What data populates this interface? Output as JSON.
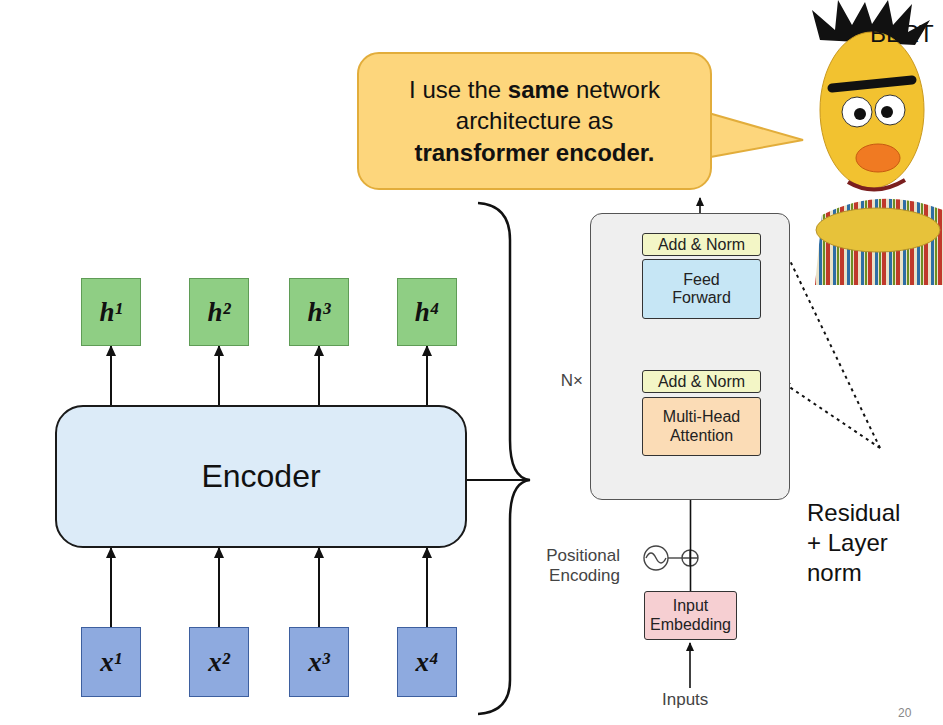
{
  "diagram": {
    "nodes": [
      {
        "text": [
          "I use the same network architecture as transformer encoder."
        ]
      },
      {
        "text": [
          "h¹"
        ]
      },
      {
        "text": [
          "h²"
        ]
      },
      {
        "text": [
          "h³"
        ]
      },
      {
        "text": [
          "h⁴"
        ]
      },
      {
        "text": [
          "Encoder"
        ]
      },
      {
        "text": [
          "x¹"
        ]
      },
      {
        "text": [
          "x²"
        ]
      },
      {
        "text": [
          "x³"
        ]
      },
      {
        "text": [
          "x⁴"
        ]
      },
      {
        "text": [
          "N×"
        ]
      },
      {
        "text": [
          "Add & Norm"
        ],
        "in": 10
      },
      {
        "text": [
          "Feed Forward"
        ],
        "in": 10
      },
      {
        "text": [
          "Add & Norm"
        ],
        "in": 10
      },
      {
        "text": [
          "Multi-Head Attention"
        ],
        "in": 10
      },
      {
        "text": [
          "Input Embedding"
        ]
      }
    ],
    "edges": [
      {
        "from": 6,
        "to": 5,
        "arrow": "to"
      },
      {
        "from": 7,
        "to": 5,
        "arrow": "to"
      },
      {
        "from": 8,
        "to": 5,
        "arrow": "to"
      },
      {
        "from": 9,
        "to": 5,
        "arrow": "to"
      },
      {
        "from": 5,
        "to": 1,
        "arrow": "to"
      },
      {
        "from": 5,
        "to": 2,
        "arrow": "to"
      },
      {
        "from": 5,
        "to": 3,
        "arrow": "to"
      },
      {
        "from": 5,
        "to": 4,
        "arrow": "to"
      },
      {
        "from": 13,
        "to": 12,
        "arrow": "to"
      },
      {
        "from": 15,
        "to": 14,
        "arrow": "to"
      }
    ],
    "labels": [
      "BERT",
      "Positional Encoding",
      "Inputs",
      "Residual + Layer norm",
      "20"
    ]
  }
}
